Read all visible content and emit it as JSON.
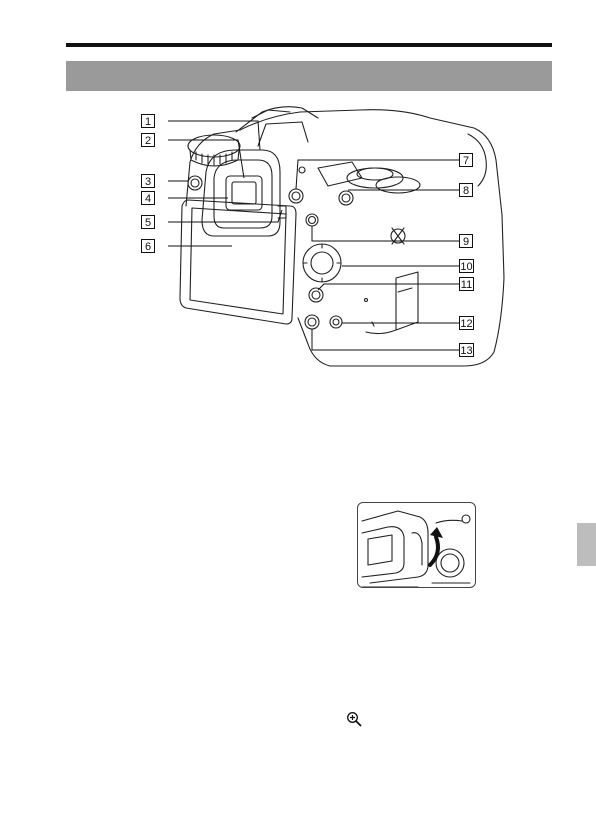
{
  "callouts": [
    {
      "label": "1"
    },
    {
      "label": "2"
    },
    {
      "label": "3"
    },
    {
      "label": "4"
    },
    {
      "label": "5"
    },
    {
      "label": "6"
    },
    {
      "label": "7"
    },
    {
      "label": "8"
    },
    {
      "label": "9"
    },
    {
      "label": "10"
    },
    {
      "label": "11"
    },
    {
      "label": "12"
    },
    {
      "label": "13"
    }
  ],
  "icons": {
    "zoom": "magnifier-plus-icon",
    "rotate": "curved-arrow-icon"
  }
}
